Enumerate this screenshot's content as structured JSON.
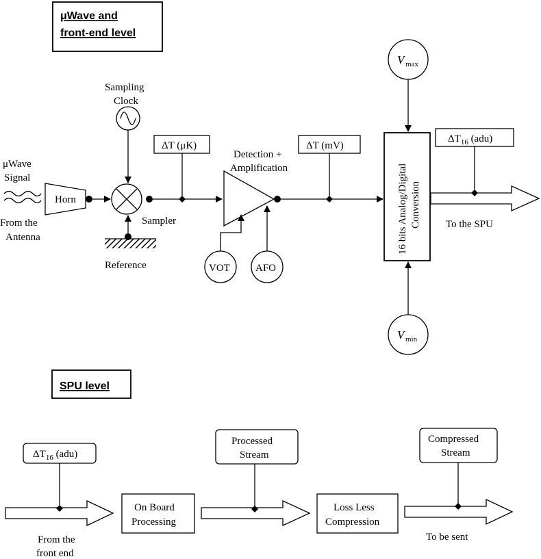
{
  "frontend": {
    "title_line1": "μWave and",
    "title_line2": "front-end level",
    "signal_line1": "μWave",
    "signal_line2": "Signal",
    "from_line1": "From the",
    "from_line2": "Antenna",
    "horn": "Horn",
    "clock_line1": "Sampling",
    "clock_line2": "Clock",
    "sampler": "Sampler",
    "reference": "Reference",
    "dt_uk": "ΔT (μK)",
    "detection_line1": "Detection +",
    "detection_line2": "Amplification",
    "dt_mv": "ΔT (mV)",
    "vot": "VOT",
    "afo": "AFO",
    "vmax_main": "V",
    "vmax_sub": "max",
    "vmin_main": "V",
    "vmin_sub": "min",
    "adc_line1": "16 bits Analog/Digital",
    "adc_line2": "Conversion",
    "dt16_main": "ΔT",
    "dt16_sub": "16",
    "dt16_unit": " (adu)",
    "to_spu": "To the SPU"
  },
  "spu": {
    "title": "SPU level",
    "dt16_main": "ΔT",
    "dt16_sub": "16",
    "dt16_unit": " (adu)",
    "from_line1": "From the",
    "from_line2": "front end",
    "onboard_line1": "On Board",
    "onboard_line2": "Processing",
    "processed_line1": "Processed",
    "processed_line2": "Stream",
    "lossless_line1": "Loss Less",
    "lossless_line2": "Compression",
    "compressed_line1": "Compressed",
    "compressed_line2": "Stream",
    "to_be_sent": "To be sent"
  }
}
